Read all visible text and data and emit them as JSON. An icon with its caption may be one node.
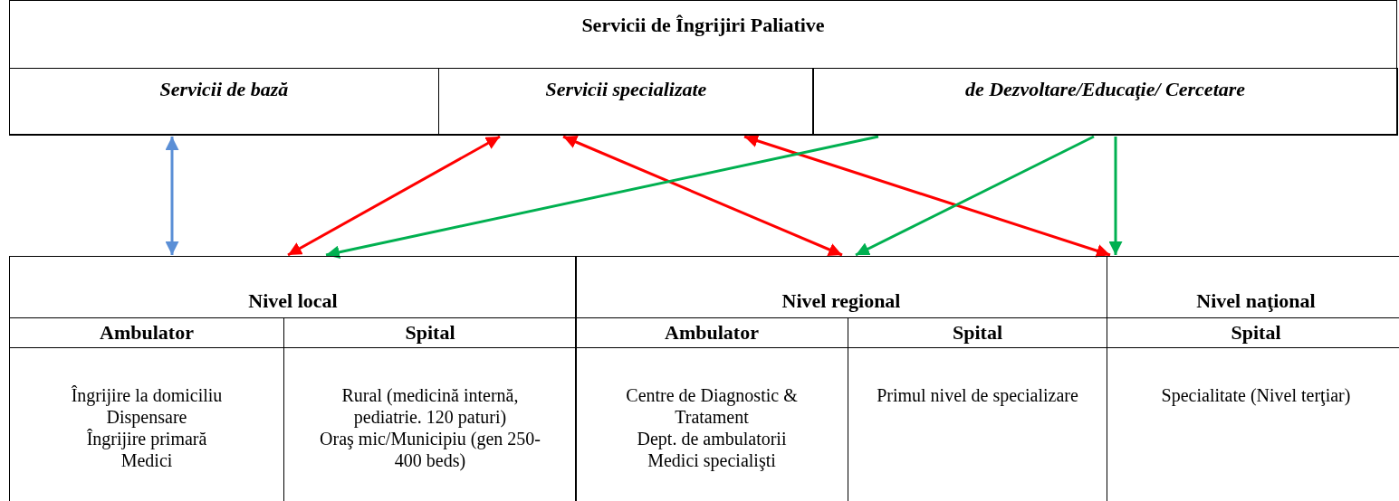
{
  "diagram": {
    "nodes": [
      {
        "text": [
          "Servicii de Îngrijiri Paliative"
        ]
      },
      {
        "text": [
          "Servicii de bază"
        ],
        "in": 0
      },
      {
        "text": [
          "Servicii specializate"
        ],
        "in": 0
      },
      {
        "text": [
          "de Dezvoltare/Educaţie/ Cercetare"
        ],
        "in": 0
      },
      {
        "text": [
          "Nivel local"
        ]
      },
      {
        "text": [
          "Ambulator",
          "Îngrijire la domiciliu",
          "Dispensare",
          "Îngrijire primară",
          "Medici"
        ],
        "in": 4
      },
      {
        "text": [
          "Spital",
          "Rural (medicină internă, pediatrie. 120 paturi)",
          "Oraş mic/Municipiu (gen 250-400 beds)"
        ],
        "in": 4
      },
      {
        "text": [
          "Nivel regional"
        ]
      },
      {
        "text": [
          "Ambulator",
          "Centre de Diagnostic & Tratament",
          "Dept. de ambulatorii",
          "Medici specialişti"
        ],
        "in": 7
      },
      {
        "text": [
          "Spital",
          "Primul nivel de specializare"
        ],
        "in": 7
      },
      {
        "text": [
          "Nivel naţional"
        ]
      },
      {
        "text": [
          "Spital",
          "Specialitate (Nivel terţiar)"
        ],
        "in": 10
      }
    ],
    "edges": [
      {
        "from": 1,
        "to": 4,
        "arrow": "both",
        "color": "#5b8fd6"
      },
      {
        "from": 2,
        "to": 4,
        "arrow": "both",
        "color": "#ff0000"
      },
      {
        "from": 2,
        "to": 7,
        "arrow": "both",
        "color": "#ff0000"
      },
      {
        "from": 2,
        "to": 10,
        "arrow": "both",
        "color": "#ff0000"
      },
      {
        "from": 3,
        "to": 4,
        "arrow": "to",
        "color": "#00b050"
      },
      {
        "from": 3,
        "to": 7,
        "arrow": "to",
        "color": "#00b050"
      },
      {
        "from": 3,
        "to": 10,
        "arrow": "to",
        "color": "#00b050"
      }
    ]
  }
}
